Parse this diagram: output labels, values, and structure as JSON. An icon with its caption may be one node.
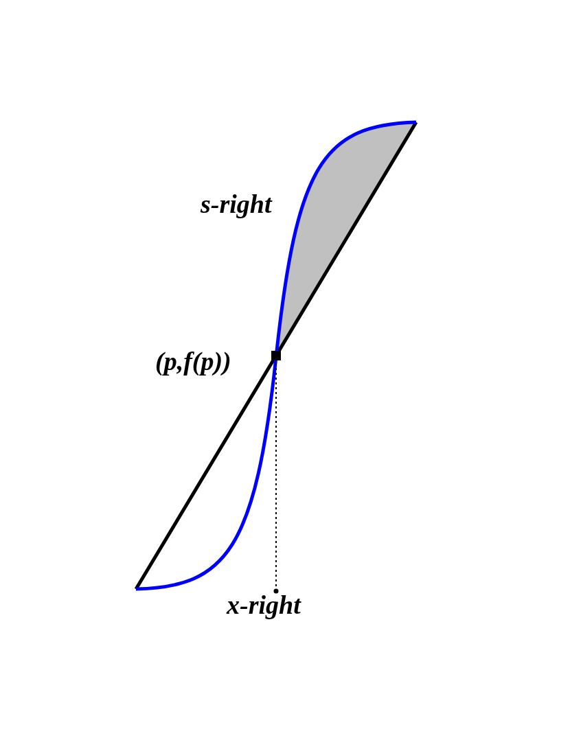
{
  "diagram": {
    "labels": [
      "s-right",
      "(p,f(p))",
      "x-right"
    ]
  }
}
